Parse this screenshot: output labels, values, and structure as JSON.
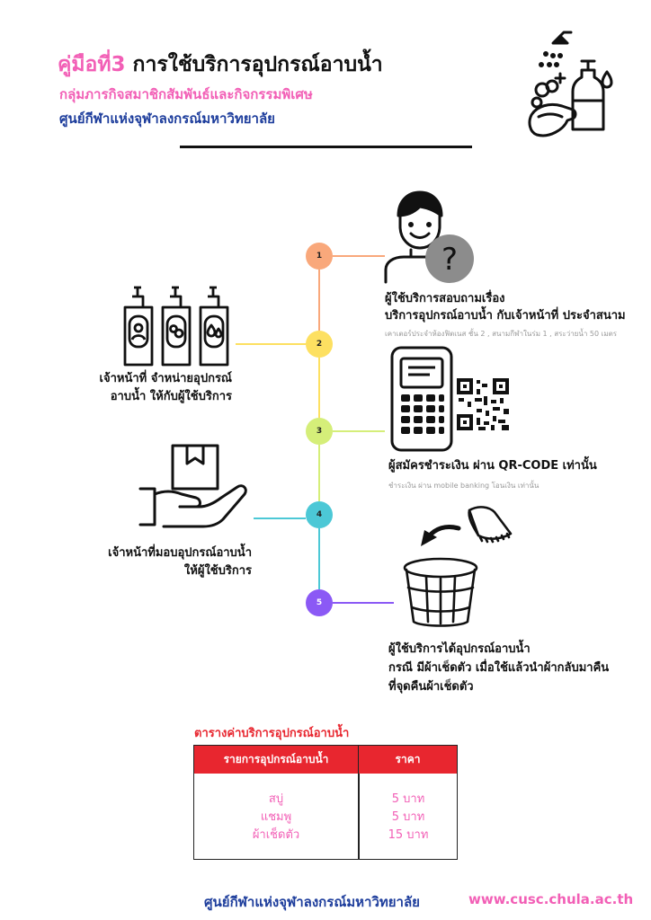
{
  "header": {
    "title_prefix": "คู่มือที่3",
    "title_main": "การใช้บริการอุปกรณ์อาบน้ำ",
    "subtitle_group": "กลุ่มภารกิจสมาชิกสัมพันธ์และกิจกรรมพิเศษ",
    "subtitle_center": "ศูนย์กีฬาแห่งจุฬาลงกรณ์มหาวิทยาลัย"
  },
  "colors": {
    "pink": "#f25fb6",
    "navy": "#1d3d9c",
    "red": "#e8262f",
    "step1": "#f9a87b",
    "step2": "#fde061",
    "step3": "#d5ee79",
    "step4": "#4cc8d6",
    "step5": "#8b59f5"
  },
  "steps": [
    {
      "number": "1",
      "icon": "person-question-icon",
      "line1": "ผู้ใช้บริการสอบถามเรื่อง",
      "line2": "บริการอุปกรณ์อาบน้ำ กับเจ้าหน้าที่ ประจำสนาม",
      "note": "เคาเตอร์ประจำห้องฟิตเนส ชั้น 2 , สนามกีฬาในร่ม 1 , สระว่ายน้ำ 50 เมตร"
    },
    {
      "number": "2",
      "icon": "toiletry-bottles-icon",
      "line1": "เจ้าหน้าที่ จำหน่ายอุปกรณ์",
      "line2": "อาบน้ำ ให้กับผู้ใช้บริการ"
    },
    {
      "number": "3",
      "icon": "payment-terminal-qr-icon",
      "line1": "ผู้สมัครชำระเงิน ผ่าน QR-CODE เท่านั้น",
      "note": "ชำระเงิน ผ่าน mobile banking โอนเงิน เท่านั้น"
    },
    {
      "number": "4",
      "icon": "hand-box-icon",
      "line1": "เจ้าหน้าที่มอบอุปกรณ์อาบน้ำ",
      "line2": "ให้ผู้ใช้บริการ"
    },
    {
      "number": "5",
      "icon": "laundry-basket-towel-icon",
      "line1": "ผู้ใช้บริการได้อุปกรณ์อาบน้ำ",
      "line2": "กรณี มีผ้าเช็ดตัว เมื่อใช้แล้วนำผ้ากลับมาคืน",
      "line3": "ที่จุดคืนผ้าเช็ดตัว"
    }
  ],
  "price_table": {
    "title": "ตารางค่าบริการอุปกรณ์อาบน้ำ",
    "headers": [
      "รายการอุปกรณ์อาบน้ำ",
      "ราคา"
    ],
    "rows": [
      {
        "item": "สบู่",
        "price": "5 บาท"
      },
      {
        "item": "แชมพู",
        "price": "5 บาท"
      },
      {
        "item": "ผ้าเช็ดตัว",
        "price": "15 บาท"
      }
    ]
  },
  "footer": {
    "org": "ศูนย์กีฬาแห่งจุฬาลงกรณ์มหาวิทยาลัย",
    "url": "www.cusc.chula.ac.th"
  }
}
